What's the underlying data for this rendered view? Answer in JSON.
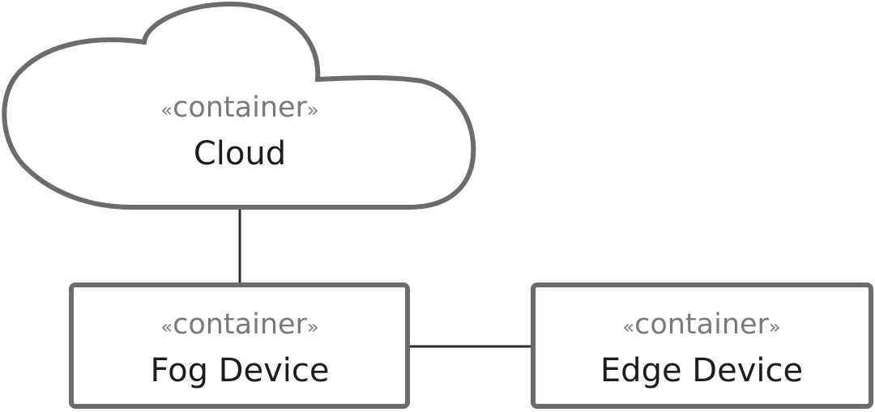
{
  "diagram": {
    "guillemet_open": "«",
    "guillemet_close": "»",
    "nodes": {
      "cloud": {
        "stereotype": "container",
        "name": "Cloud",
        "shape": "cloud"
      },
      "fog": {
        "stereotype": "container",
        "name": "Fog Device",
        "shape": "box"
      },
      "edge": {
        "stereotype": "container",
        "name": "Edge Device",
        "shape": "box"
      }
    },
    "connections": [
      {
        "from": "Cloud",
        "to": "Fog Device"
      },
      {
        "from": "Fog Device",
        "to": "Edge Device"
      }
    ],
    "colors": {
      "border": "#6b6d6b",
      "connector": "#2e2e33",
      "stereotype_text": "#7a7a7a",
      "name_text": "#1d1d1f"
    }
  }
}
